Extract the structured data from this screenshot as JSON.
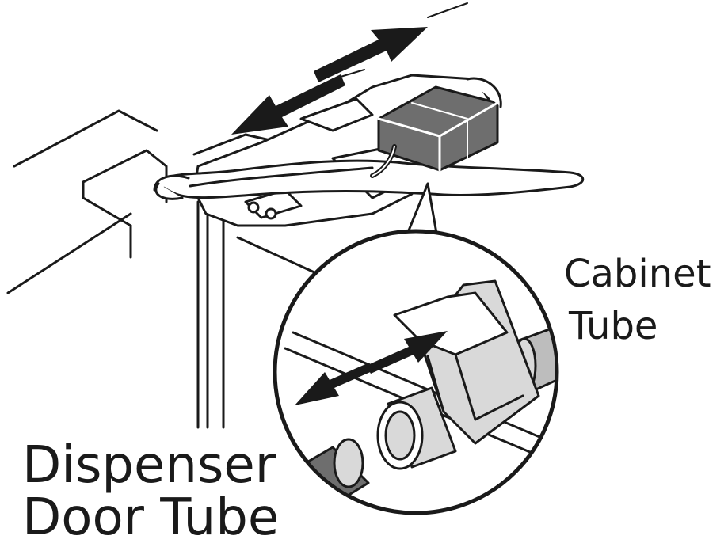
{
  "labels": {
    "cabinet_tube": [
      "Cabinet",
      "Tube"
    ],
    "dispenser_door_tube": [
      "Dispenser",
      "Door Tube"
    ]
  },
  "colors": {
    "line": "#1a1a1a",
    "fill_light": "#ffffff",
    "fill_gray": "#d9d9d9",
    "fill_dark": "#6e6e6e"
  },
  "icons": [
    "double-arrow-icon",
    "magnifier-callout"
  ]
}
